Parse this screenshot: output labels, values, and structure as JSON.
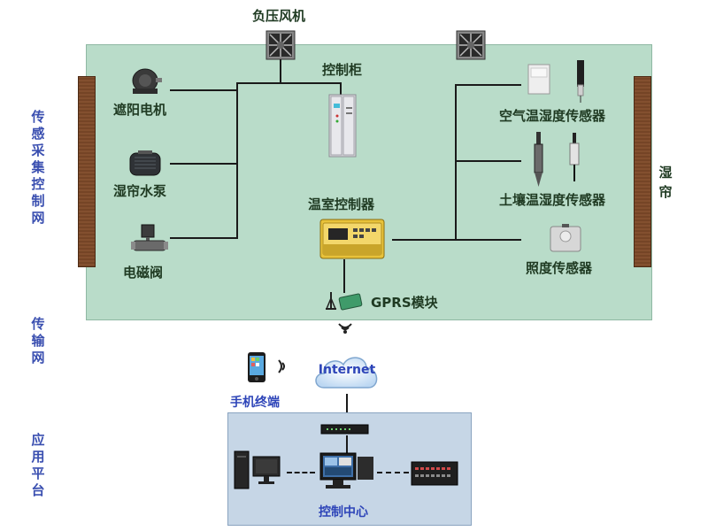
{
  "layers": {
    "sensing": "传感采集控制网",
    "transport": "传输网",
    "application": "应用平台"
  },
  "top": {
    "fan_label": "负压风机"
  },
  "cabinet": {
    "label": "控制柜"
  },
  "controller": {
    "label": "温室控制器"
  },
  "gprs": {
    "label": "GPRS模块"
  },
  "actuators": {
    "shade_motor": "遮阳电机",
    "curtain_pump": "湿帘水泵",
    "solenoid_valve": "电磁阀"
  },
  "sensors": {
    "air": "空气温湿度传感器",
    "soil": "土壤温湿度传感器",
    "light": "照度传感器"
  },
  "wet_curtain": {
    "label": "湿帘"
  },
  "internet": {
    "label": "Internet"
  },
  "mobile": {
    "label": "手机终端"
  },
  "control_center": {
    "label": "控制中心"
  },
  "colors": {
    "greenhouse_bg": "#b9dcc9",
    "platform_bg": "#c6d6e6",
    "layer_label": "#3a4fb0",
    "curtain": "#7a4a2a"
  }
}
